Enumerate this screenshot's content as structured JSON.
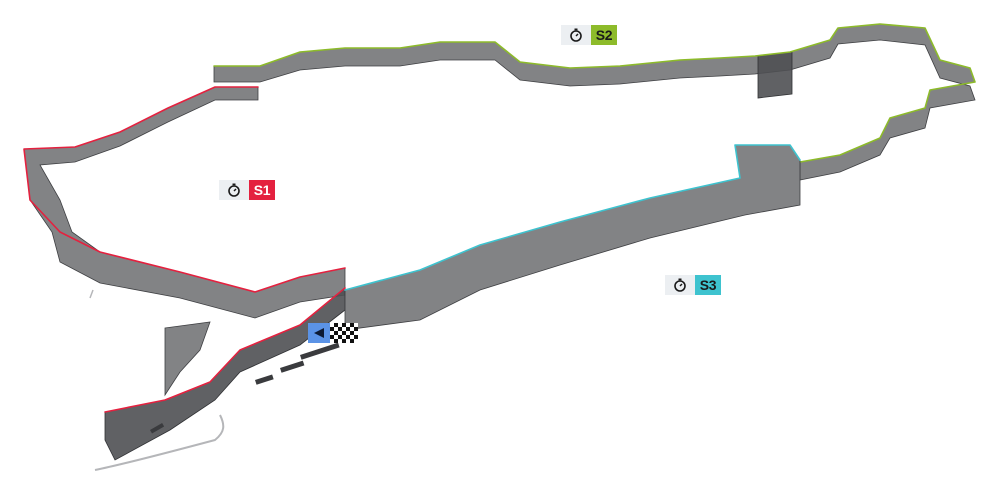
{
  "map": {
    "track_color": "#6c6d70",
    "sectors": [
      {
        "id": "s1",
        "label": "S1",
        "icon": "stopwatch-icon",
        "color": "#e4213f",
        "text_color": "#ffffff"
      },
      {
        "id": "s2",
        "label": "S2",
        "icon": "stopwatch-icon",
        "color": "#8dbb2a",
        "text_color": "#1a1a1a"
      },
      {
        "id": "s3",
        "label": "S3",
        "icon": "stopwatch-icon",
        "color": "#3ec3cf",
        "text_color": "#1a1a1a"
      }
    ],
    "start_finish": {
      "direction_icon": "direction-arrow-icon",
      "direction_color": "#5b93e6",
      "flag_icon": "checkered-flag-icon"
    }
  }
}
